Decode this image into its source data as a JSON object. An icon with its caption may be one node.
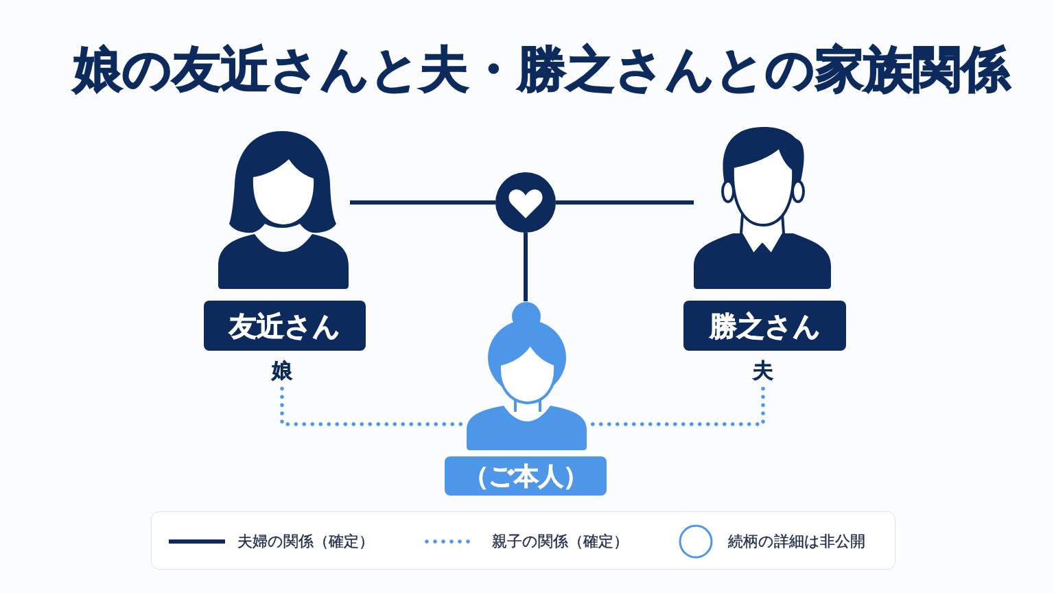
{
  "diagram": {
    "title": "娘の友近さんと夫・勝之さんとの家族関係",
    "nodes": [
      {
        "text": [],
        "shape": "person"
      },
      {
        "text": [
          "友近さん"
        ]
      },
      {
        "text": [
          "娘"
        ]
      },
      {
        "text": [],
        "shape": "circle"
      },
      {
        "text": [],
        "shape": "person"
      },
      {
        "text": [
          "勝之さん"
        ]
      },
      {
        "text": [
          "夫"
        ]
      },
      {
        "text": [],
        "shape": "person"
      },
      {
        "text": [
          "（ご本人）"
        ]
      }
    ],
    "edges": [
      {
        "from": 0,
        "to": 3,
        "arrow": "none"
      },
      {
        "from": 3,
        "to": 4,
        "arrow": "none"
      },
      {
        "from": 3,
        "to": 7,
        "arrow": "none"
      },
      {
        "from": 2,
        "to": 7,
        "arrow": "none",
        "style": "dashed",
        "color": "#4d96e8"
      },
      {
        "from": 6,
        "to": 7,
        "arrow": "none",
        "style": "dashed",
        "color": "#4d96e8"
      }
    ],
    "legend": [
      {
        "text": "夫婦の関係（確定）"
      },
      {
        "text": "親子の関係（確定）"
      },
      {
        "text": "続柄の詳細は非公開"
      }
    ]
  }
}
